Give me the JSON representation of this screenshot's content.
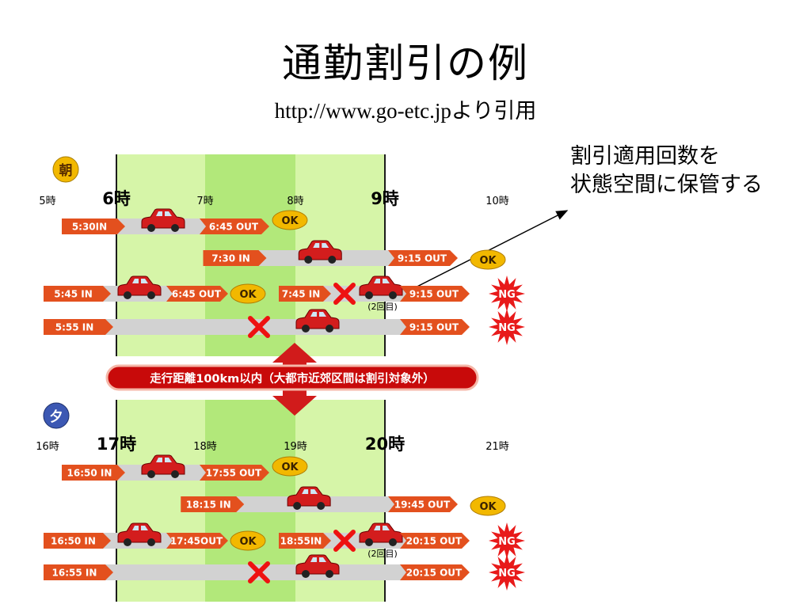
{
  "title": "通勤割引の例",
  "subtitle": "http://www.go-etc.jpより引用",
  "callout": {
    "line1": "割引適用回数を",
    "line2": "状態空間に保管する"
  },
  "colors": {
    "band_outer": "#d6f5a8",
    "band_inner": "#b2e87a",
    "in_tag": "#e3501e",
    "out_tag": "#e3501e",
    "track": "#d2d2d2",
    "ok": "#f2b800",
    "ng": "#e81a1a",
    "cross": "#ee1111",
    "car": "#d31d1d",
    "banner": "#c80a0a",
    "banner_border": "#f5b7a8"
  },
  "morning": {
    "badge": "朝",
    "hours": [
      {
        "label": "5時",
        "bold": false
      },
      {
        "label": "6時",
        "bold": true
      },
      {
        "label": "7時",
        "bold": false
      },
      {
        "label": "8時",
        "bold": false
      },
      {
        "label": "9時",
        "bold": true
      },
      {
        "label": "10時",
        "bold": false
      }
    ],
    "rows": [
      {
        "in": "5:30IN",
        "in_h": 5.5,
        "out": "6:45 OUT",
        "out_h": 6.75,
        "result": "OK"
      },
      {
        "in": "7:30 IN",
        "in_h": 7.5,
        "out": "9:15 OUT",
        "out_h": 9.25,
        "result": "OK"
      },
      {
        "in": "5:45 IN",
        "in_h": 5.75,
        "out": "6:45 OUT",
        "out_h": 6.75,
        "result": "OK",
        "second": {
          "in": "7:45 IN",
          "in_h": 7.75,
          "out": "9:15 OUT",
          "out_h": 9.25,
          "note": "(2回目)",
          "result": "NG"
        }
      },
      {
        "in": "5:55 IN",
        "in_h": 5.92,
        "out": "9:15 OUT",
        "out_h": 9.25,
        "result": "NG"
      }
    ]
  },
  "banner": "走行距離100km以内（大都市近郊区間は割引対象外）",
  "evening": {
    "badge": "夕",
    "hours": [
      {
        "label": "16時",
        "bold": false
      },
      {
        "label": "17時",
        "bold": true
      },
      {
        "label": "18時",
        "bold": false
      },
      {
        "label": "19時",
        "bold": false
      },
      {
        "label": "20時",
        "bold": true
      },
      {
        "label": "21時",
        "bold": false
      }
    ],
    "rows": [
      {
        "in": "16:50 IN",
        "in_h": 16.83,
        "out": "17:55 OUT",
        "out_h": 17.92,
        "result": "OK"
      },
      {
        "in": "18:15 IN",
        "in_h": 18.25,
        "out": "19:45 OUT",
        "out_h": 19.75,
        "result": "OK"
      },
      {
        "in": "16:50 IN",
        "in_h": 16.83,
        "out": "17:45OUT",
        "out_h": 17.75,
        "result": "OK",
        "second": {
          "in": "18:55IN",
          "in_h": 18.92,
          "out": "20:15 OUT",
          "out_h": 20.25,
          "note": "(2回目)",
          "result": "NG"
        }
      },
      {
        "in": "16:55 IN",
        "in_h": 16.92,
        "out": "20:15 OUT",
        "out_h": 20.25,
        "result": "NG"
      }
    ]
  }
}
